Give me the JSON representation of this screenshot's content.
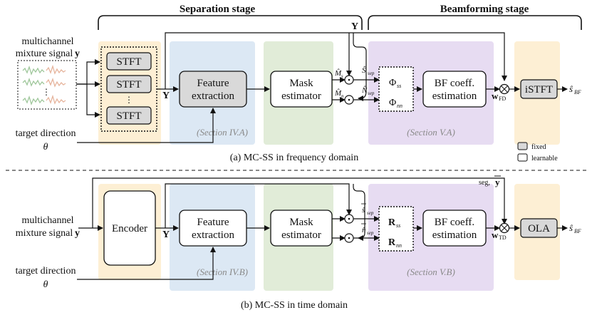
{
  "colors": {
    "orange": "#fdefd4",
    "blue": "#dce8f4",
    "green": "#e1ecd8",
    "purple": "#e7dcf2",
    "fixed_block": "#d9d9d9",
    "learnable_block": "#ffffff",
    "section_text": "#8a8a8a"
  },
  "stages": {
    "separation": "Separation stage",
    "beamforming": "Beamforming stage"
  },
  "top": {
    "input_label_1": "multichannel",
    "input_label_2": "mixture signal",
    "input_symbol": "y",
    "stft_blocks": [
      "STFT",
      "STFT",
      "STFT"
    ],
    "stft_ellipsis": "⋮",
    "wave_ellipsis": "⋮",
    "Y_symbol": "Y",
    "Y_top": "Y",
    "feature_1": "Feature",
    "feature_2": "extraction",
    "mask_1": "Mask",
    "mask_2": "estimator",
    "mask_s": "M̂",
    "mask_s_sub": "s",
    "mask_n": "M̂",
    "mask_n_sub": "n",
    "S_hat": "Ŝ",
    "S_sub": "sep",
    "N_hat": "N̂",
    "N_sub": "sep",
    "phi_ss": "Φ",
    "phi_ss_sub": "ss",
    "phi_nn": "Φ",
    "phi_nn_sub": "nn",
    "bf_1": "BF coeff.",
    "bf_2": "estimation",
    "w": "w",
    "w_sub": "FD",
    "istft": "iSTFT",
    "out": "ŝ",
    "out_sub": "BF",
    "target_1": "target direction",
    "theta": "θ",
    "section_left": "(Section IV.A)",
    "section_right": "(Section V.A)",
    "caption": "(a) MC-SS in frequency domain"
  },
  "legend": {
    "fixed": "fixed",
    "learnable": "learnable"
  },
  "bottom": {
    "input_label_1": "multichannel",
    "input_label_2": "mixture signal",
    "input_symbol": "y",
    "encoder": "Encoder",
    "Y_symbol": "Y",
    "feature_1": "Feature",
    "feature_2": "extraction",
    "mask_1": "Mask",
    "mask_2": "estimator",
    "s_hat": "ŝ",
    "s_sub": "sep",
    "n_hat": "n̂",
    "n_sub": "sep",
    "R_ss": "R",
    "R_ss_sub": "ss",
    "R_nn": "R",
    "R_nn_sub": "nn",
    "bf_1": "BF coeff.",
    "bf_2": "estimation",
    "w": "w",
    "w_sub": "TD",
    "ola": "OLA",
    "seg_label": "seg,",
    "seg_y": "y",
    "out": "ŝ",
    "out_sub": "BF",
    "target_1": "target direction",
    "theta": "θ",
    "section_left": "(Section IV.B)",
    "section_right": "(Section V.B)",
    "caption": "(b) MC-SS in time domain"
  }
}
